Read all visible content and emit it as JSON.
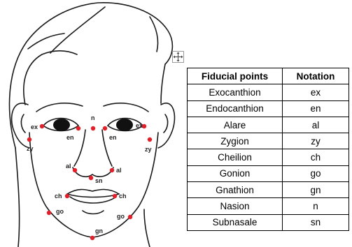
{
  "diagram": {
    "line_color": "#1a1a1a",
    "point_color": "#e3202a",
    "labels": {
      "ex_left": "ex",
      "ex_right": "ex",
      "en_left": "en",
      "en_right": "en",
      "n": "n",
      "zy_left": "zy",
      "zy_right": "zy",
      "al_left": "al",
      "al_right": "al",
      "sn": "sn",
      "ch_left": "ch",
      "ch_right": "ch",
      "go_left": "go",
      "go_right": "go",
      "gn": "gn"
    }
  },
  "move_handle": {
    "icon": "move-arrows-icon"
  },
  "table": {
    "headers": [
      "Fiducial points",
      "Notation"
    ],
    "rows": [
      [
        "Exocanthion",
        "ex"
      ],
      [
        "Endocanthion",
        "en"
      ],
      [
        "Alare",
        "al"
      ],
      [
        "Zygion",
        "zy"
      ],
      [
        "Cheilion",
        "ch"
      ],
      [
        "Gonion",
        "go"
      ],
      [
        "Gnathion",
        "gn"
      ],
      [
        "Nasion",
        "n"
      ],
      [
        "Subnasale",
        "sn"
      ]
    ]
  }
}
